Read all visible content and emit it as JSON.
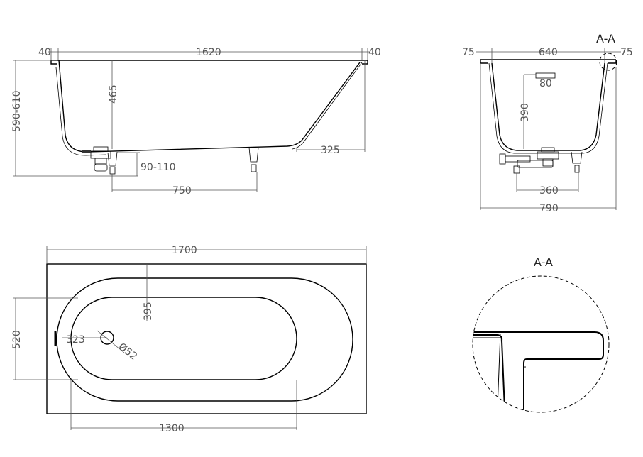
{
  "side_view": {
    "dims": {
      "rim_left": "40",
      "length": "1620",
      "rim_right": "40",
      "height": "590-610",
      "depth": "465",
      "feet_adjust": "90-110",
      "feet_spacing": "750",
      "slope_offset": "325"
    }
  },
  "section_view": {
    "label": "A-A",
    "dims": {
      "rim_left": "75",
      "inner_width": "640",
      "rim_right": "75",
      "overflow": "80",
      "overflow_height": "390",
      "feet_spacing": "360",
      "total_width": "790"
    }
  },
  "top_view": {
    "dims": {
      "length": "1700",
      "width": "520",
      "drain_offset_y": "395",
      "drain_offset_x": "323",
      "drain_diameter": "Ø52",
      "inner_length": "1300"
    }
  },
  "detail_view": {
    "label": "A-A"
  }
}
